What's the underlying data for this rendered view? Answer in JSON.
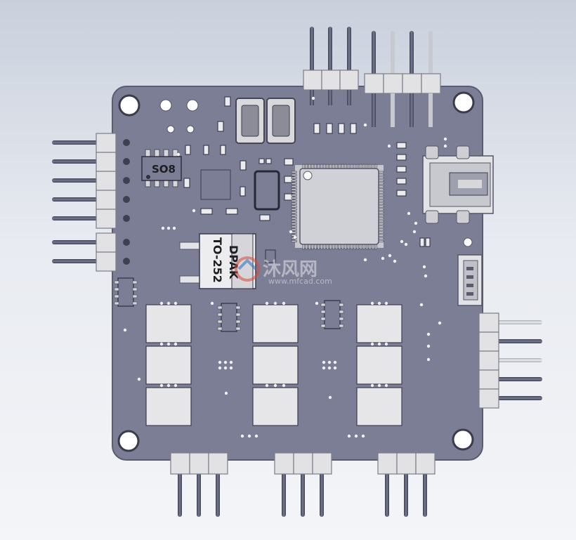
{
  "silkscreen": {
    "so8_label": "SO8",
    "dpak_label": "DPAK",
    "to252_label": "TO-252"
  },
  "watermark": {
    "brand": "沐风网",
    "url": "www.mfcad.com"
  },
  "colors": {
    "background_top": "#c9d0dc",
    "background_bottom": "#f4f5f8",
    "pcb": "#7c7e95",
    "pin_metal": "#5b5e72",
    "pad_silver": "#d7d7da",
    "ic_body": "#c9cad1"
  },
  "icons": {
    "mcu": "qfp-chip-icon",
    "usb": "mini-usb-connector-icon",
    "regulator": "dpak-regulator-icon"
  }
}
